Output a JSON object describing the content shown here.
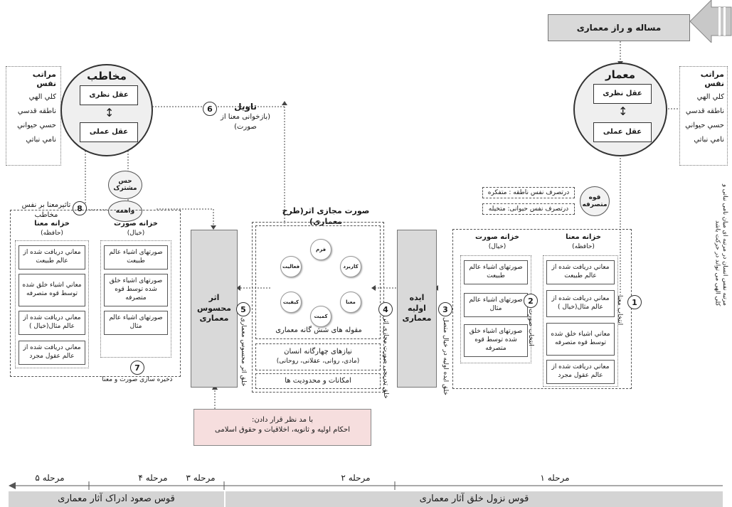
{
  "top_box": "مساله و راز معماری",
  "left_side": {
    "title": "مراتب نفس",
    "items": [
      "کلي الهي",
      "ناطقه قدسي",
      "حسي حيواني",
      "نامي نباتي"
    ]
  },
  "right_side": {
    "title": "مراتب نفس",
    "items": [
      "کلي الهي",
      "ناطقه قدسي",
      "حسي حيواني",
      "نامي نباتي"
    ]
  },
  "right_vertical_note": "مرتبه نفس انسان در مرتبه ای میان نامی نباتی و کلی الهی می تواند در حرکت باشد",
  "audience": {
    "title": "مخاطب",
    "top": "عقل نظری",
    "bottom": "عقل عملی"
  },
  "architect": {
    "title": "معمار",
    "top": "عقل نظری",
    "bottom": "عقل عملی"
  },
  "tavil": {
    "title": "تاویل",
    "sub": "(بازخوانی معنا از صورت)",
    "num": "6"
  },
  "hes": {
    "top": "حس مشترک",
    "bottom": "واهمه"
  },
  "tasir": {
    "text": "تاثیرمعنا بر نفس مخاطب",
    "num": "8"
  },
  "ghove": {
    "label": "قوه متصرفه",
    "line1": "درتصرف نفس ناطقه : متفکره",
    "line2": "درتصرف نفس حیوانی: متخیله"
  },
  "left_store": {
    "meaning": {
      "title": "خزانه معنا",
      "sub": "(حافظه)",
      "cells": [
        "معاني دريافت شده از عالم طبيعت",
        "معاني اشياء خلق شده توسط قوه متصرفه",
        "معاني دريافت شده از عالم مثال(خيال )",
        "معاني دريافت شده از عالم عقول مجرد"
      ]
    },
    "form": {
      "title": "خزانه صورت",
      "sub": "(خيال)",
      "cells": [
        "صورتهای اشياء عالم طبيعت",
        "صورتهای اشياء خلق شده توسط قوه متصرفه",
        "صورتهای اشياء عالم مثال"
      ]
    },
    "num": "7",
    "caption": "ذخیره سازی صورت و معنا"
  },
  "right_store": {
    "form": {
      "title": "خزانه صورت",
      "sub": "(خيال)",
      "cells": [
        "صورتهای اشياء عالم طبيعت",
        "صورتهای اشياء عالم مثال",
        "صورتهای اشياء خلق شده توسط قوه متصرفه"
      ]
    },
    "meaning": {
      "title": "خزانه معنا",
      "sub": "(حافظه)",
      "cells": [
        "معاني دريافت شده از عالم طبيعت",
        "معاني دريافت شده از عالم مثال(خيال )",
        "معاني اشياء خلق شده توسط قوه متصرفه",
        "معاني دريافت شده از عالم عقول مجرد"
      ]
    }
  },
  "athar": "اثر محسوس معماری",
  "ideh": "ایده اولیه معماری",
  "center": {
    "title": "صورت مجازی اثر(طرح معماری)",
    "petals": [
      "فرم",
      "کاربرد",
      "معنا",
      "کمیت",
      "کیفیت",
      "فعالیت"
    ],
    "caption": "مقوله های شش گانه معماری",
    "needs": "نیازهای چهارگانه انسان",
    "needs_sub": "(مادی، روانی، عقلانی، روحانی)",
    "limits": "امکانات و محدودیت ها"
  },
  "nums": {
    "n1": "1",
    "n2": "2",
    "n3": "3",
    "n4": "4",
    "n5": "5"
  },
  "vlabels": {
    "v1": "انتخاب معنا",
    "v2": "انتخاب صورت",
    "v3": "خلق ایده اولیه در خیال متصل",
    "v4": "خلق تدریجی صورت مجازی اثر",
    "v5": "خلق اثر محسوس معماری"
  },
  "bottom_box": {
    "title": "با مد نظر قرار دادن:",
    "text": "احکام اولیه و ثانویه، اخلاقیات و حقوق اسلامی"
  },
  "stages": [
    "مرحله ۱",
    "مرحله ۲",
    "مرحله ۳",
    "مرحله ۴",
    "مرحله ۵"
  ],
  "arc_down": "قوس نزول خلق آثار معماری",
  "arc_up": "قوس صعود ادراک آثار معماری",
  "colors": {
    "bottom_box_bg": "#f6dede",
    "band": "#d4d4d4",
    "circle": "#efefef"
  }
}
